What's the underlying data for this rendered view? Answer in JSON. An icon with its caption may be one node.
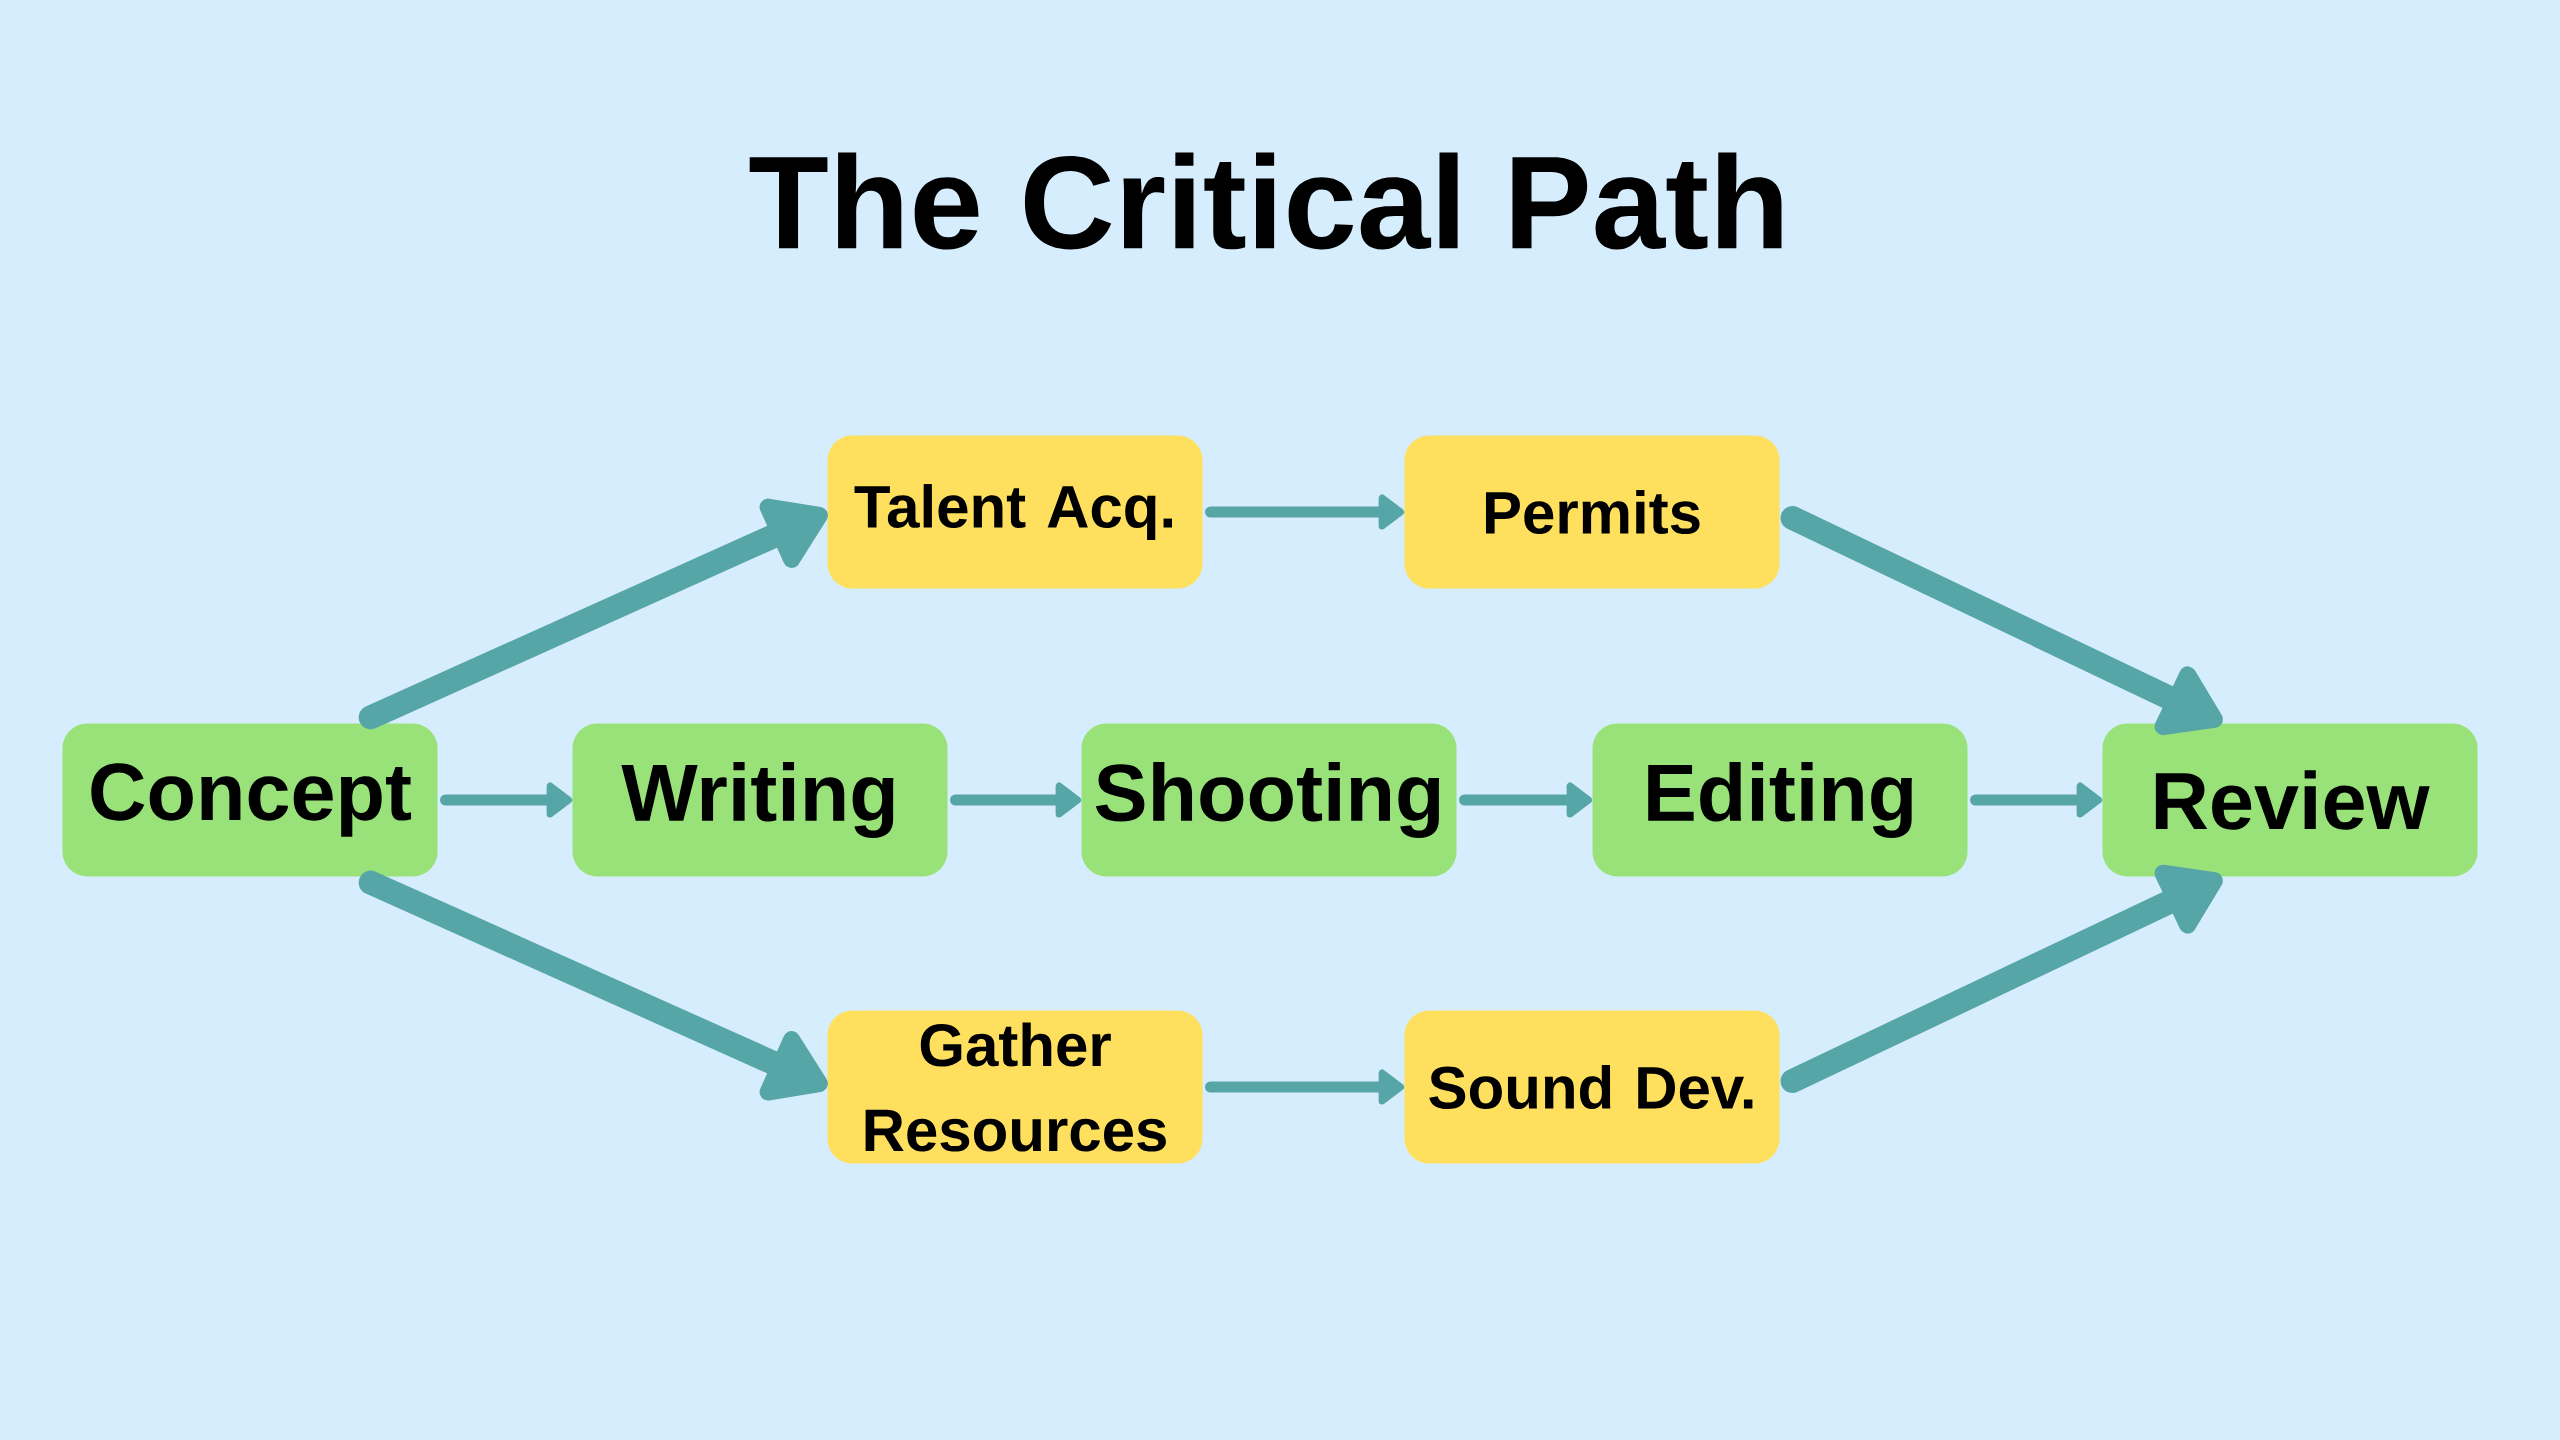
{
  "diagram": {
    "title": "The Critical Path",
    "nodes": [
      {
        "text": [
          "Talent Acq."
        ]
      },
      {
        "text": [
          "Permits"
        ]
      },
      {
        "text": [
          "Concept"
        ]
      },
      {
        "text": [
          "Writing"
        ]
      },
      {
        "text": [
          "Shooting"
        ]
      },
      {
        "text": [
          "Editing"
        ]
      },
      {
        "text": [
          "Review"
        ]
      },
      {
        "text": [
          "Gather Resources"
        ]
      },
      {
        "text": [
          "Sound Dev."
        ]
      }
    ],
    "edges": [
      {
        "from": 2,
        "to": 0,
        "arrow": "to",
        "style": "thick"
      },
      {
        "from": 0,
        "to": 1,
        "arrow": "to"
      },
      {
        "from": 1,
        "to": 6,
        "arrow": "to",
        "style": "thick"
      },
      {
        "from": 2,
        "to": 3,
        "arrow": "to"
      },
      {
        "from": 3,
        "to": 4,
        "arrow": "to"
      },
      {
        "from": 4,
        "to": 5,
        "arrow": "to"
      },
      {
        "from": 5,
        "to": 6,
        "arrow": "to"
      },
      {
        "from": 2,
        "to": 7,
        "arrow": "to",
        "style": "thick"
      },
      {
        "from": 7,
        "to": 8,
        "arrow": "to"
      },
      {
        "from": 8,
        "to": 6,
        "arrow": "to",
        "style": "thick"
      }
    ]
  }
}
